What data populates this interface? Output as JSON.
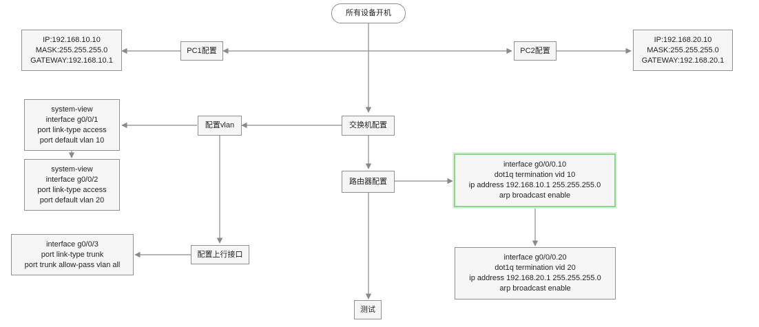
{
  "nodes": {
    "start": {
      "lines": [
        "所有设备开机"
      ]
    },
    "pc1": {
      "lines": [
        "PC1配置"
      ]
    },
    "pc2": {
      "lines": [
        "PC2配置"
      ]
    },
    "pc1_info": {
      "lines": [
        "IP:192.168.10.10",
        "MASK:255.255.255.0",
        "GATEWAY:192.168.10.1"
      ]
    },
    "pc2_info": {
      "lines": [
        "IP:192.168.20.10",
        "MASK:255.255.255.0",
        "GATEWAY:192.168.20.1"
      ]
    },
    "switch": {
      "lines": [
        "交换机配置"
      ]
    },
    "vlan": {
      "lines": [
        "配置vlan"
      ]
    },
    "vlan1": {
      "lines": [
        "system-view",
        "interface g0/0/1",
        "port link-type access",
        "port default vlan 10"
      ]
    },
    "vlan2": {
      "lines": [
        "system-view",
        "interface g0/0/2",
        "port link-type access",
        "port default vlan 20"
      ]
    },
    "router": {
      "lines": [
        "路由器配置"
      ]
    },
    "sub10": {
      "lines": [
        "interface g0/0/0.10",
        "dot1q termination vid 10",
        "ip address 192.168.10.1 255.255.255.0",
        "arp broadcast enable"
      ]
    },
    "sub20": {
      "lines": [
        "interface g0/0/0.20",
        "dot1q termination vid 20",
        "ip address 192.168.20.1 255.255.255.0",
        "arp broadcast enable"
      ]
    },
    "uplink": {
      "lines": [
        "配置上行接口"
      ]
    },
    "trunk": {
      "lines": [
        "interface g0/0/3",
        "port link-type trunk",
        "port trunk allow-pass vlan all"
      ]
    },
    "test": {
      "lines": [
        "测试"
      ]
    }
  },
  "colors": {
    "line": "#8a8a8a",
    "border": "#8f8f8f",
    "fill": "#f6f6f6",
    "selected": "#8ed38e"
  }
}
